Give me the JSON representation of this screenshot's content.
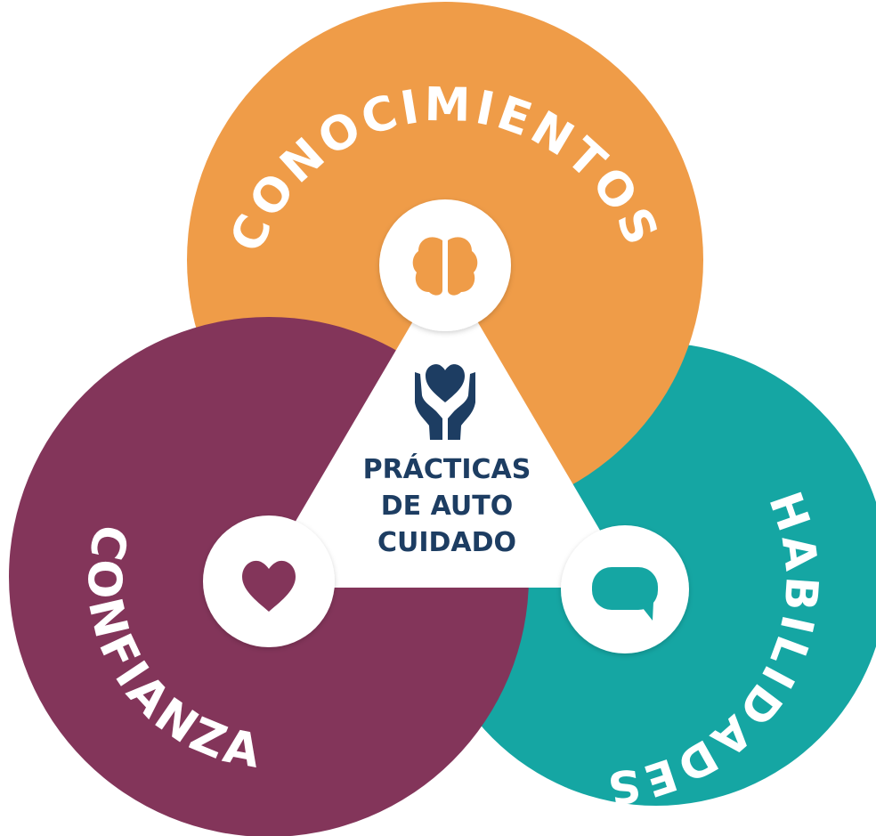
{
  "colors": {
    "conocimientos": "#EF9C48",
    "confianza": "#83355A",
    "habilidades": "#15A6A3",
    "center_text": "#1D3D62",
    "white": "#FFFFFF"
  },
  "circles": {
    "conocimientos": {
      "label": "CONOCIMIENTOS",
      "icon": "brain-icon"
    },
    "confianza": {
      "label": "CONFIANZA",
      "icon": "heart-icon"
    },
    "habilidades": {
      "label": "HABILIDADES",
      "icon": "speech-bubble-icon"
    }
  },
  "center": {
    "icon": "hands-holding-heart-icon",
    "lines": [
      "PRÁCTICAS",
      "DE AUTO",
      "CUIDADO"
    ]
  }
}
